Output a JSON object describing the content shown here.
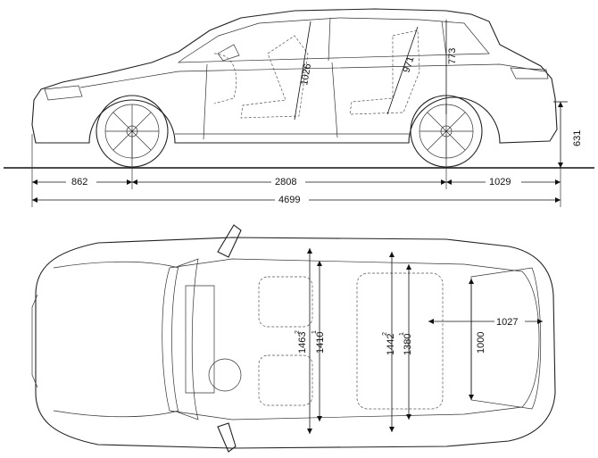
{
  "side_view": {
    "front_overhang": "862",
    "wheelbase": "2808",
    "rear_overhang": "1029",
    "overall_length": "4699",
    "height": "631",
    "front_headroom": "1026",
    "rear_headroom": "971",
    "load_height": "773"
  },
  "top_view": {
    "front_shoulder_width": "1463",
    "front_elbow_width": "1410",
    "rear_shoulder_width": "1442",
    "rear_elbow_width": "1380",
    "cargo_width": "1000",
    "cargo_length": "1027",
    "note_superscript_1": "2",
    "note_superscript_2": "1",
    "note_superscript_3": "2",
    "note_superscript_4": "1"
  }
}
